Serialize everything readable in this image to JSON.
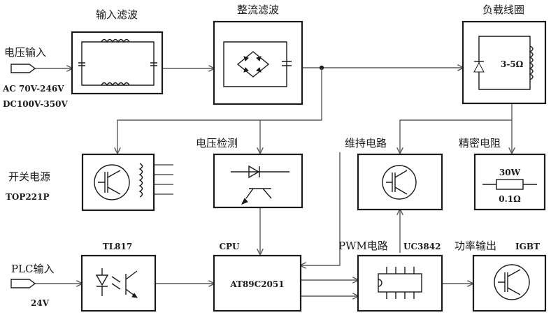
{
  "colors": {
    "ink": "#1a1a1a",
    "wire": "#5a5a5a",
    "background": "#ffffff"
  },
  "labels": {
    "input_filter": "输入滤波",
    "rectifier_filter": "整流滤波",
    "load_coil": "负载线圈",
    "voltage_input": "电压输入",
    "ac_range": "AC 70V-246V",
    "dc_range": "DC100V-350V",
    "coil_value": "3-5Ω",
    "switch_power": "开关电源",
    "switch_power_chip": "TOP221P",
    "voltage_detect": "电压检测",
    "hold_circuit": "维持电路",
    "precision_resistor": "精密电阻",
    "resistor_power": "30W",
    "resistor_value": "0.1Ω",
    "optocoupler": "TL817",
    "cpu": "CPU",
    "plc_input": "PLC输入",
    "plc_voltage": "24V",
    "mcu_model": "AT89C2051",
    "pwm_circuit": "PWM电路",
    "pwm_chip": "UC3842",
    "power_output": "功率输出",
    "igbt": "IGBT"
  }
}
